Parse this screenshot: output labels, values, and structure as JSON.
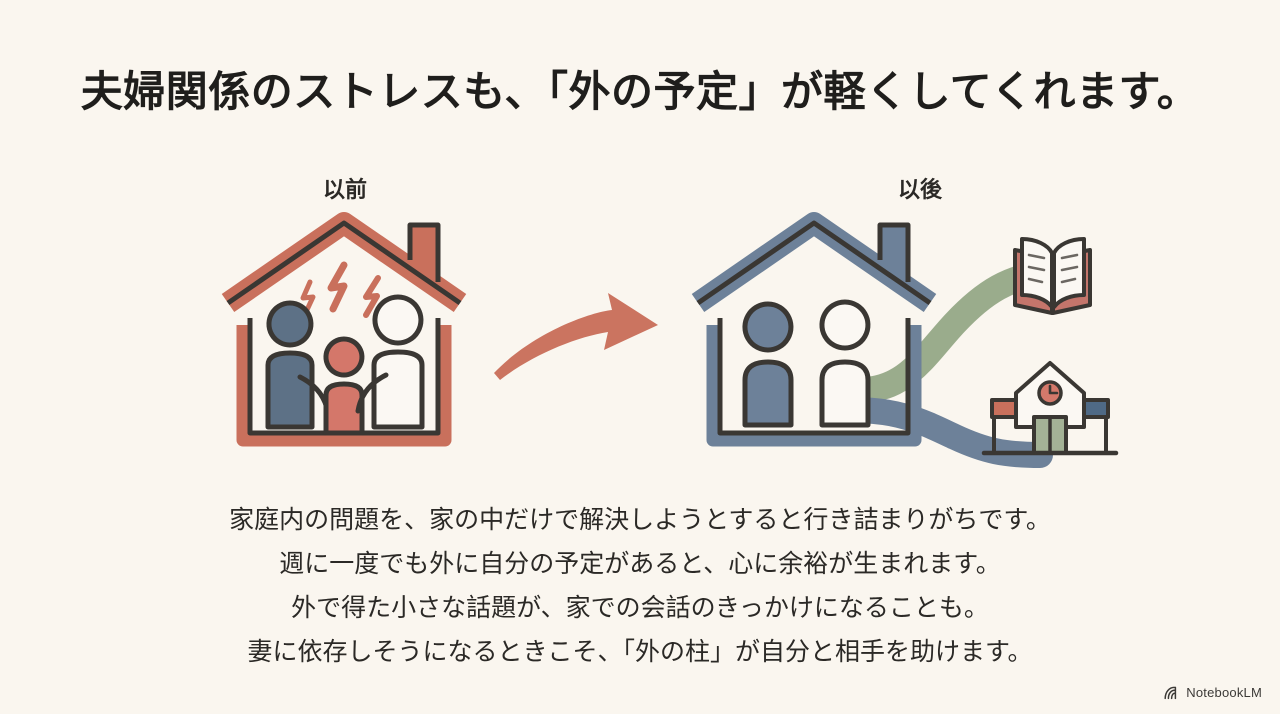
{
  "slide": {
    "background_color": "#faf6ef",
    "title": "夫婦関係のストレスも、「外の予定」が軽くしてくれます。"
  },
  "diagram": {
    "before": {
      "label": "以前",
      "house": {
        "roof_color": "#c9705c",
        "outline_color": "#3a3733",
        "state": "stressed"
      },
      "icons": [
        {
          "name": "stress-bolt-icon",
          "color": "#c9705c"
        },
        {
          "name": "person-adult-left",
          "color": "#5d7186"
        },
        {
          "name": "person-child-center",
          "color": "#d4776a"
        },
        {
          "name": "person-adult-right",
          "color": "#ffffff"
        }
      ]
    },
    "transition": {
      "name": "curved-arrow",
      "color": "#cb7460",
      "direction": "left-to-right"
    },
    "after": {
      "label": "以後",
      "house": {
        "roof_color": "#6d8199",
        "outline_color": "#3a3733",
        "state": "calm"
      },
      "icons": [
        {
          "name": "person-adult-left",
          "color": "#6d8199"
        },
        {
          "name": "person-adult-right",
          "color": "#ffffff"
        }
      ],
      "paths": [
        {
          "name": "green-ribbon-to-book",
          "color": "#9aac8c",
          "destination": "book-icon"
        },
        {
          "name": "blue-ribbon-to-building",
          "color": "#6d8199",
          "destination": "community-building-icon"
        }
      ],
      "outside_activities": [
        {
          "name": "book-icon",
          "cover_color": "#c4756b",
          "page_color": "#fbf8f3"
        },
        {
          "name": "community-building-icon",
          "awning_left_color": "#c9705c",
          "awning_right_color": "#4f6a86",
          "clock_color": "#d4796b",
          "door_color": "#a3b296"
        }
      ]
    }
  },
  "body": {
    "lines": [
      "家庭内の問題を、家の中だけで解決しようとすると行き詰まりがちです。",
      "週に一度でも外に自分の予定があると、心に余裕が生まれます。",
      "外で得た小さな話題が、家での会話のきっかけになることも。",
      "妻に依存しそうになるときこそ、「外の柱」が自分と相手を助けます。"
    ]
  },
  "footer": {
    "brand_icon": "notebooklm-spiral-icon",
    "brand_name": "NotebookLM"
  }
}
